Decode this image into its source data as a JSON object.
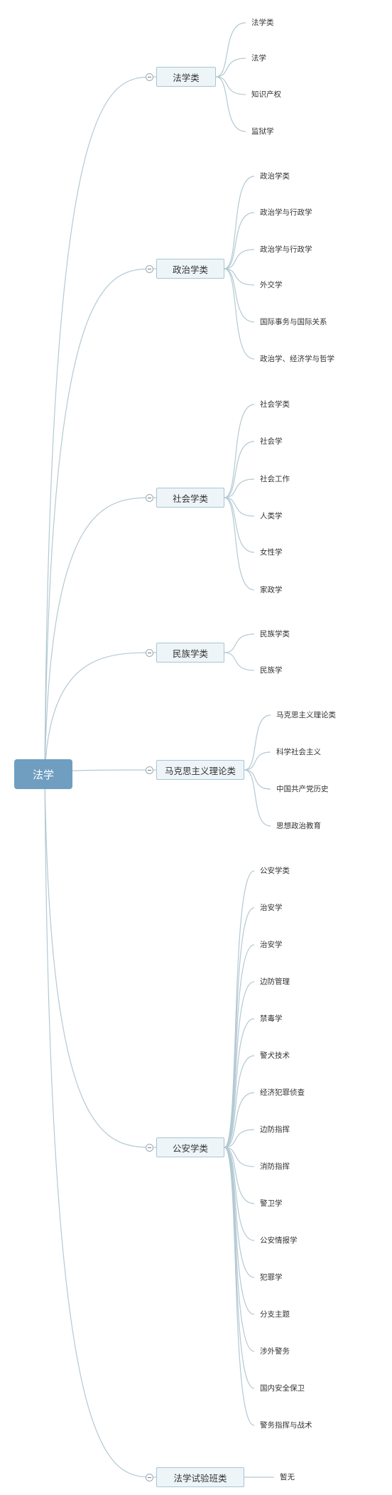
{
  "root": "法学",
  "categories": [
    {
      "label": "法学类",
      "children": [
        "法学类",
        "法学",
        "知识产权",
        "监狱学"
      ]
    },
    {
      "label": "政治学类",
      "children": [
        "政治学类",
        "政治学与行政学",
        "政治学与行政学",
        "外交学",
        "国际事务与国际关系",
        "政治学、经济学与哲学"
      ]
    },
    {
      "label": "社会学类",
      "children": [
        "社会学类",
        "社会学",
        "社会工作",
        "人类学",
        "女性学",
        "家政学"
      ]
    },
    {
      "label": "民族学类",
      "children": [
        "民族学类",
        "民族学"
      ]
    },
    {
      "label": "马克思主义理论类",
      "children": [
        "马克思主义理论类",
        "科学社会主义",
        "中国共产党历史",
        "思想政治教育"
      ]
    },
    {
      "label": "公安学类",
      "children": [
        "公安学类",
        "治安学",
        "治安学",
        "边防管理",
        "禁毒学",
        "警犬技术",
        "经济犯罪侦查",
        "边防指挥",
        "消防指挥",
        "警卫学",
        "公安情报学",
        "犯罪学",
        "分支主题",
        "涉外警务",
        "国内安全保卫",
        "警务指挥与战术"
      ]
    },
    {
      "label": "法学试验班类",
      "children": [
        "暂无"
      ]
    }
  ],
  "colors": {
    "line": "#b3c9d3",
    "root_fill": "#6f9ec0",
    "node_fill": "#eef5f8",
    "node_border": "#a9c4d3"
  }
}
